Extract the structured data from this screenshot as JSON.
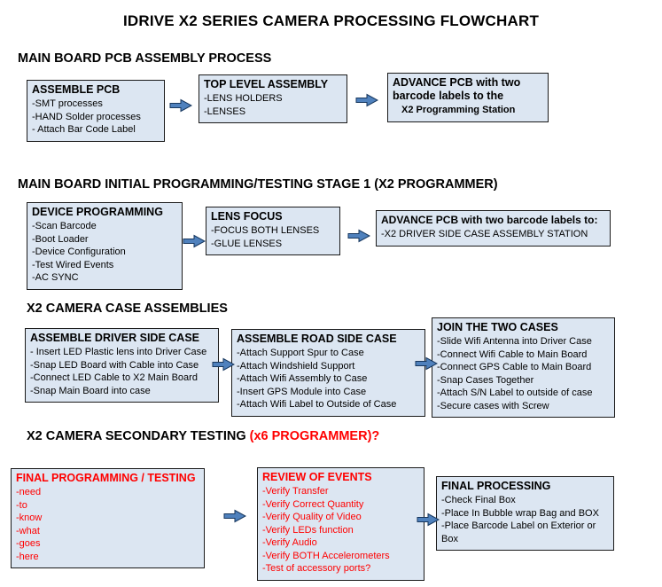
{
  "title": "IDRIVE X2  SERIES CAMERA PROCESSING FLOWCHART",
  "colors": {
    "box_fill": "#dce6f2",
    "box_border": "#1a1a1a",
    "arrow_fill": "#4f81bd",
    "arrow_outline": "#17375e",
    "alert_red": "#ff0000"
  },
  "sections": [
    {
      "heading": "MAIN BOARD PCB ASSEMBLY PROCESS",
      "boxes": [
        {
          "title": "ASSEMBLE PCB",
          "items": [
            "-SMT processes",
            "-HAND Solder processes",
            "- Attach Bar Code Label"
          ]
        },
        {
          "title": "TOP LEVEL ASSEMBLY",
          "items": [
            "-LENS HOLDERS",
            "-LENSES"
          ]
        },
        {
          "title": "ADVANCE PCB with two barcode labels to the",
          "items": [
            "X2 Programming Station"
          ]
        }
      ]
    },
    {
      "heading": "MAIN BOARD INITIAL PROGRAMMING/TESTING STAGE 1 (X2 PROGRAMMER)",
      "boxes": [
        {
          "title": "DEVICE PROGRAMMING",
          "items": [
            "-Scan Barcode",
            "-Boot Loader",
            "-Device Configuration",
            "-Test Wired Events",
            "-AC SYNC"
          ]
        },
        {
          "title": "LENS FOCUS",
          "items": [
            "-FOCUS BOTH LENSES",
            "-GLUE LENSES"
          ]
        },
        {
          "title": "ADVANCE PCB with two barcode labels to:",
          "items": [
            "-X2 DRIVER  SIDE  CASE  ASSEMBLY STATION"
          ]
        }
      ]
    },
    {
      "heading": "X2 CAMERA CASE ASSEMBLIES",
      "boxes": [
        {
          "title": "ASSEMBLE DRIVER SIDE CASE",
          "items": [
            "- Insert LED Plastic lens into Driver Case",
            "-Snap LED Board with Cable into Case",
            "-Connect LED Cable to X2 Main Board",
            "-Snap Main Board into case"
          ]
        },
        {
          "title": "ASSEMBLE ROAD SIDE CASE",
          "items": [
            "-Attach Support Spur to Case",
            "-Attach Windshield Support",
            "-Attach Wifi Assembly to Case",
            "-Insert GPS Module into Case",
            "-Attach Wifi Label to Outside of Case"
          ]
        },
        {
          "title": "JOIN THE TWO CASES",
          "items": [
            "-Slide Wifi Antenna into Driver Case",
            "-Connect Wifi Cable to Main Board",
            "-Connect GPS Cable to Main Board",
            "-Snap Cases Together",
            "-Attach S/N Label to outside of case",
            "-Secure cases with Screw"
          ]
        }
      ]
    },
    {
      "heading": "X2 CAMERA SECONDARY TESTING  ",
      "heading_red": "(x6 PROGRAMMER)?",
      "boxes": [
        {
          "title": "FINAL PROGRAMMING / TESTING",
          "items": [
            "-need",
            "-to",
            "-know",
            "-what",
            "-goes",
            "-here"
          ]
        },
        {
          "title": "REVIEW OF EVENTS",
          "items": [
            "-Verify Transfer",
            "-Verify Correct Quantity",
            "-Verify Quality of Video",
            "-Verify LEDs function",
            "-Verify Audio",
            "-Verify BOTH Accelerometers",
            "-Test of accessory ports?"
          ]
        },
        {
          "title": "FINAL PROCESSING",
          "items": [
            "-Check Final Box",
            "-Place In Bubble wrap Bag and BOX",
            "-Place Barcode Label on Exterior or Box"
          ]
        }
      ]
    }
  ]
}
